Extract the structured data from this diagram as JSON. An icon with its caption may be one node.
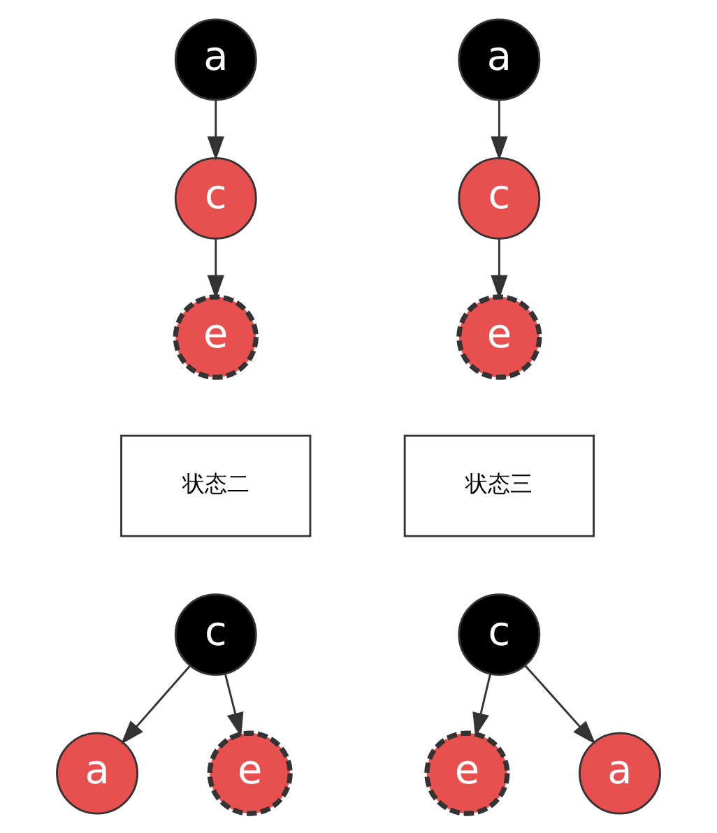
{
  "diagram": {
    "nodes": [
      {
        "text": [
          "a"
        ]
      },
      {
        "text": [
          "a"
        ]
      },
      {
        "text": [
          "c"
        ]
      },
      {
        "text": [
          "c"
        ]
      },
      {
        "text": [
          "e"
        ]
      },
      {
        "text": [
          "e"
        ]
      },
      {
        "text": [
          "状态二"
        ]
      },
      {
        "text": [
          "状态三"
        ]
      },
      {
        "text": [
          "c"
        ]
      },
      {
        "text": [
          "c"
        ]
      },
      {
        "text": [
          "a"
        ]
      },
      {
        "text": [
          "e"
        ]
      },
      {
        "text": [
          "e"
        ]
      },
      {
        "text": [
          "a"
        ]
      }
    ],
    "edges": [
      {
        "from": 0,
        "to": 2,
        "arrow": "to"
      },
      {
        "from": 2,
        "to": 4,
        "arrow": "to"
      },
      {
        "from": 1,
        "to": 3,
        "arrow": "to"
      },
      {
        "from": 3,
        "to": 5,
        "arrow": "to"
      },
      {
        "from": 8,
        "to": 10,
        "arrow": "to"
      },
      {
        "from": 8,
        "to": 11,
        "arrow": "to"
      },
      {
        "from": 9,
        "to": 12,
        "arrow": "to"
      },
      {
        "from": 9,
        "to": 13,
        "arrow": "to"
      }
    ]
  }
}
